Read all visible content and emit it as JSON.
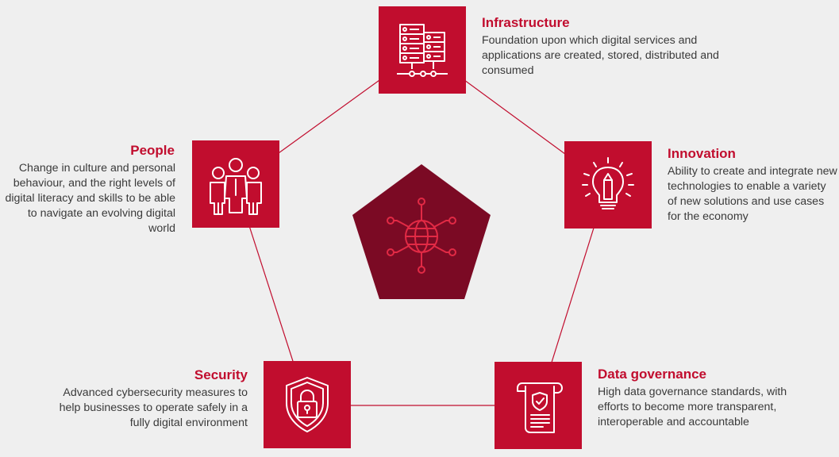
{
  "colors": {
    "accent": "#c10d2e",
    "center": "#7b0a24",
    "background": "#efefef",
    "text": "#3a3a3a"
  },
  "center": {
    "icon": "globe-network-icon"
  },
  "pillars": {
    "infrastructure": {
      "title": "Infrastructure",
      "description": "Foundation upon which digital services and applications are created, stored, distributed and consumed",
      "icon": "server-rack-icon"
    },
    "innovation": {
      "title": "Innovation",
      "description": "Ability to create and integrate new technologies to enable a variety of new solutions and use cases for the economy",
      "icon": "lightbulb-pencil-icon"
    },
    "data_governance": {
      "title": "Data governance",
      "description": "High data governance standards, with efforts to become more transparent, interoperable and accountable",
      "icon": "document-shield-icon"
    },
    "security": {
      "title": "Security",
      "description": "Advanced cybersecurity measures to help businesses to operate safely in a fully digital environment",
      "icon": "shield-lock-icon"
    },
    "people": {
      "title": "People",
      "description": "Change in culture and personal behaviour, and the right levels of digital literacy and skills to be able to navigate an evolving digital world",
      "icon": "people-group-icon"
    }
  }
}
